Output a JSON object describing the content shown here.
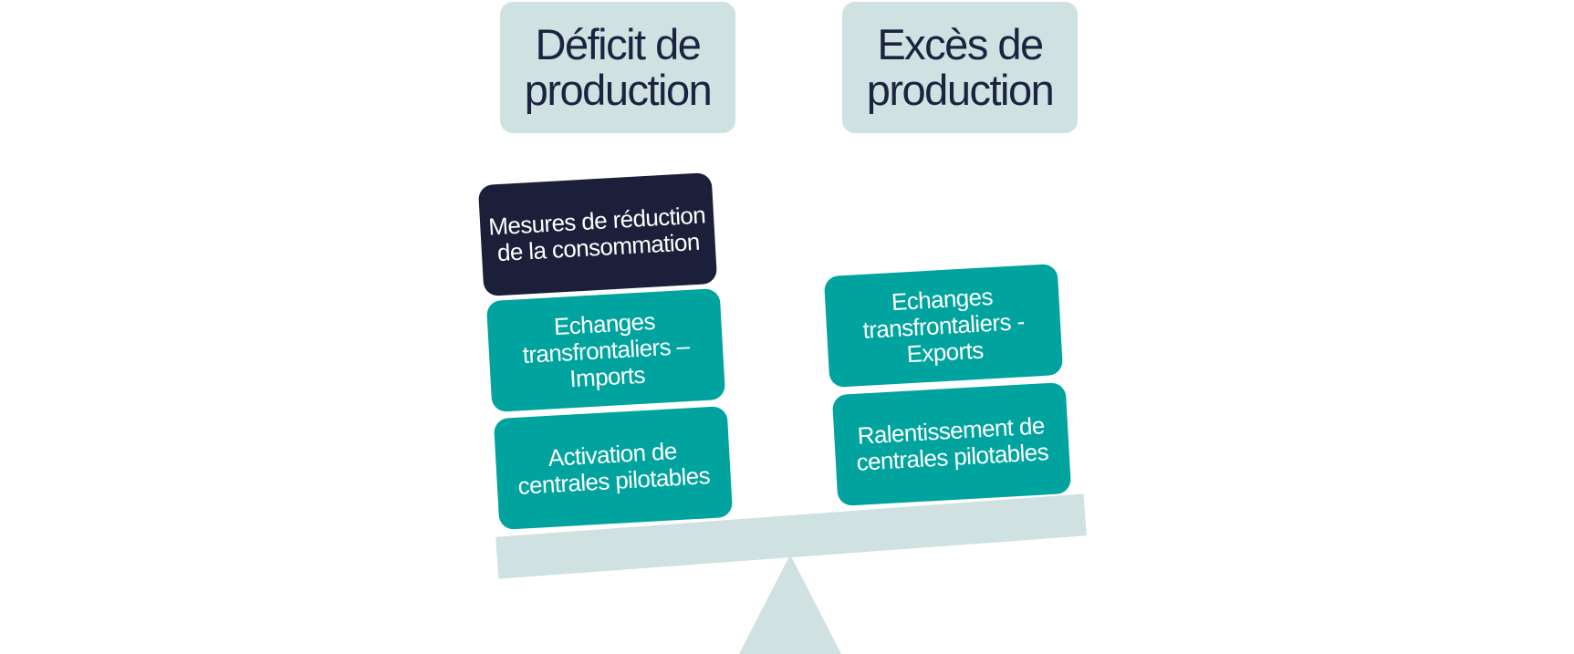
{
  "headers": {
    "deficit": "Déficit de production",
    "excess": "Excès de production"
  },
  "left_stack": [
    {
      "label": "Mesures de réduction de la consommation"
    },
    {
      "label": "Echanges transfrontaliers – Imports"
    },
    {
      "label": "Activation de centrales pilotables"
    }
  ],
  "right_stack": [
    {
      "label": "Echanges transfrontaliers - Exports"
    },
    {
      "label": "Ralentissement de centrales pilotables"
    }
  ],
  "colors": {
    "teal": "#00a39e",
    "navy": "#1b1f3a",
    "light": "#cfe1e0",
    "text": "#1b2340"
  }
}
